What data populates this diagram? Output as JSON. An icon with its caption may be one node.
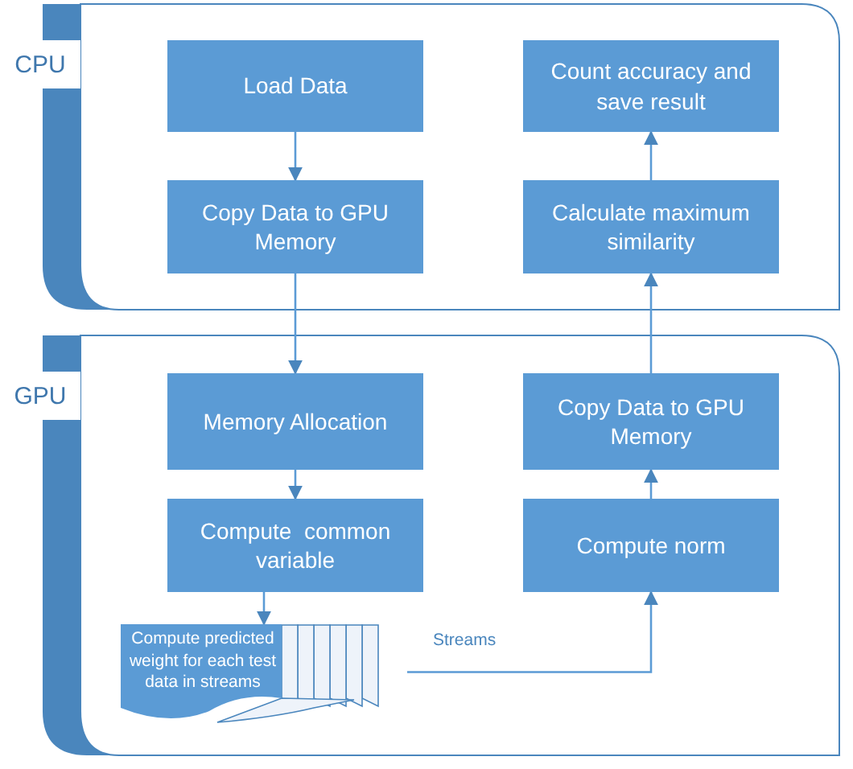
{
  "diagram": {
    "nodes": [
      {
        "text": [
          "CPU"
        ]
      },
      {
        "text": [
          "Load Data"
        ],
        "in": 0
      },
      {
        "text": [
          "Copy Data to GPU Memory"
        ],
        "in": 0
      },
      {
        "text": [
          "Count accuracy and save result"
        ],
        "in": 0
      },
      {
        "text": [
          "Calculate maximum similarity"
        ],
        "in": 0
      },
      {
        "text": [
          "GPU"
        ]
      },
      {
        "text": [
          "Memory Allocation"
        ],
        "in": 5
      },
      {
        "text": [
          "Compute  common variable"
        ],
        "in": 5
      },
      {
        "text": [
          "Compute predicted weight for each test data in streams"
        ],
        "in": 5,
        "beside": [
          "Streams"
        ]
      },
      {
        "text": [
          "Copy Data to GPU Memory"
        ],
        "in": 5
      },
      {
        "text": [
          "Compute norm"
        ],
        "in": 5
      }
    ],
    "edges": [
      {
        "from": 1,
        "to": 2,
        "arrow": "to"
      },
      {
        "from": 2,
        "to": 6,
        "arrow": "to"
      },
      {
        "from": 6,
        "to": 7,
        "arrow": "to"
      },
      {
        "from": 7,
        "to": 8,
        "arrow": "to"
      },
      {
        "from": 8,
        "to": 10,
        "arrow": "to"
      },
      {
        "from": 10,
        "to": 9,
        "arrow": "to"
      },
      {
        "from": 9,
        "to": 4,
        "arrow": "to"
      },
      {
        "from": 4,
        "to": 3,
        "arrow": "to"
      }
    ]
  }
}
